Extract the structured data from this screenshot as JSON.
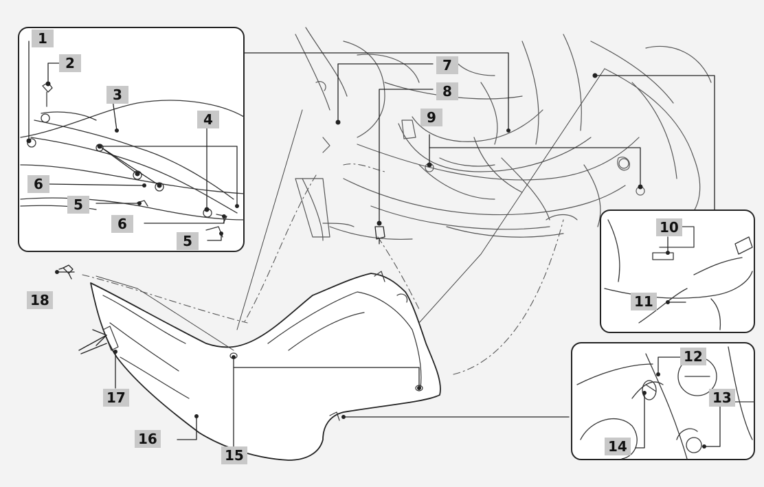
{
  "colors": {
    "background": "#f3f3f3",
    "line": "#222222",
    "label_box": "#c8c8c8",
    "inset_fill": "#ffffff"
  },
  "callouts": {
    "c1": "1",
    "c2": "2",
    "c3": "3",
    "c4": "4",
    "c5a": "5",
    "c5b": "5",
    "c6a": "6",
    "c6b": "6",
    "c7": "7",
    "c8": "8",
    "c9": "9",
    "c10": "10",
    "c11": "11",
    "c12": "12",
    "c13": "13",
    "c14": "14",
    "c15": "15",
    "c16": "16",
    "c17": "17",
    "c18": "18"
  }
}
